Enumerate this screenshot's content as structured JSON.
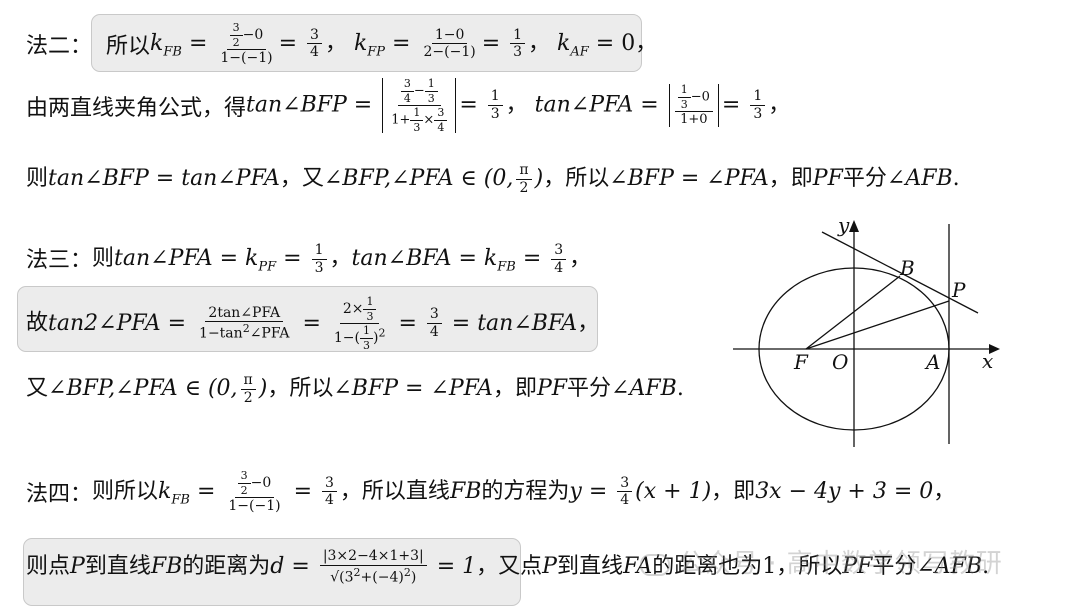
{
  "method2": {
    "label": "法二：",
    "l1_pre": "所以",
    "l1_eq": "k_FB = (3/2−0)/(1−(−1)) = 3/4，k_FP = (1−0)/(2−(−1)) = 1/3，k_AF = 0，",
    "l2_pre": "由两直线夹角公式，得",
    "l2_text": "tan∠BFP = |(3/4−1/3)/(1+1/3×3/4)| = 1/3，tan∠PFA = |(1/3−0)/(1+0)| = 1/3，",
    "l3_text": "则tan∠BFP = tan∠PFA，又∠BFP,∠PFA ∈ (0,π/2)，所以∠BFP = ∠PFA，即PF平分∠AFB."
  },
  "method3": {
    "label": "法三：",
    "l1_text": "则tan∠PFA = k_PF = 1/3，tan∠BFA = k_FB = 3/4，",
    "l2_text": "故tan2∠PFA = 2tan∠PFA/(1−tan²∠PFA) = (2×1/3)/(1−(1/3)²) = 3/4 = tan∠BFA，",
    "l3_text": "又∠BFP,∠PFA ∈ (0,π/2)，所以∠BFP = ∠PFA，即PF平分∠AFB."
  },
  "method4": {
    "label": "法四：",
    "l1_text": "则所以k_FB = (3/2−0)/(1−(−1)) = 3/4，所以直线FB的方程为y = 3/4(x+1)，即3x − 4y + 3 = 0，",
    "l2_text": "则点P到直线FB的距离为d = |3×2−4×1+3|/√(3²+(−4)²) = 1，又点P到直线FA的距离也为1，所以PF平分∠AFB."
  },
  "figure": {
    "labels": [
      "y",
      "x",
      "B",
      "P",
      "F",
      "O",
      "A"
    ]
  },
  "watermark": "公众号 · 高中数学领写教研"
}
